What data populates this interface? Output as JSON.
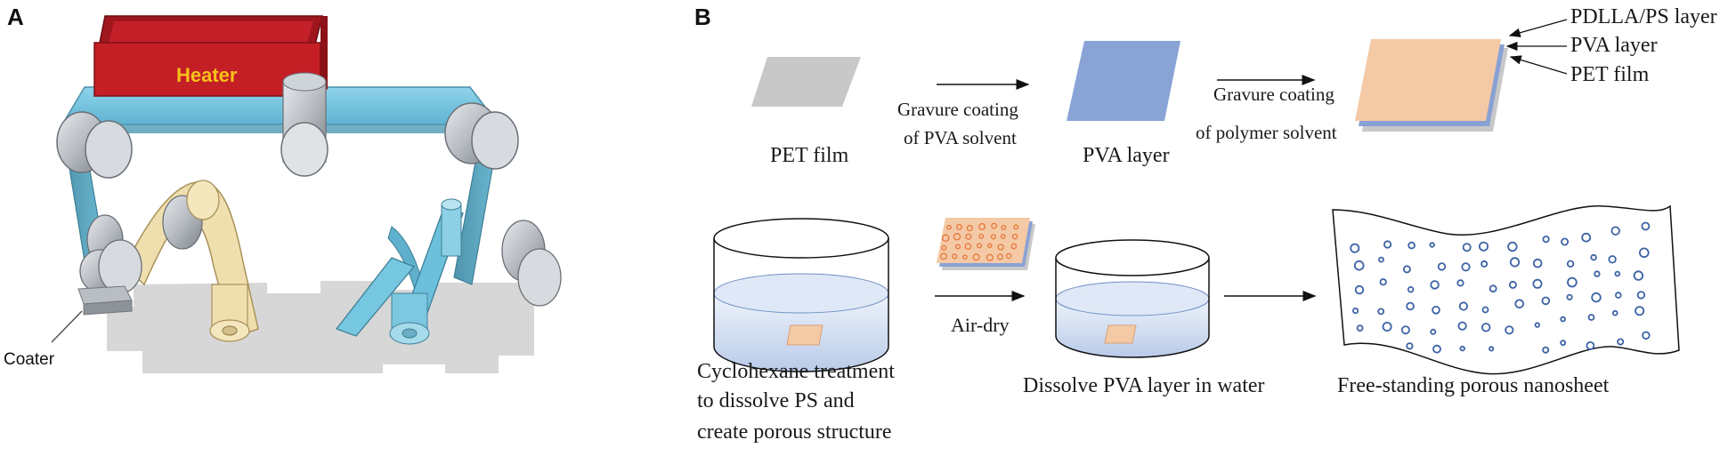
{
  "panel_a": {
    "letter": "A",
    "heater_label": "Heater",
    "coater_label": "Coater"
  },
  "panel_b": {
    "letter": "B",
    "step1": {
      "pet_film_label": "PET film",
      "arrow1_line1": "Gravure coating",
      "arrow1_line2": "of PVA solvent",
      "pva_layer_label": "PVA layer",
      "arrow2_line1": "Gravure coating",
      "arrow2_line2": "of polymer solvent"
    },
    "stack_labels": {
      "top": "PDLLA/PS layer",
      "middle": "PVA layer",
      "bottom": "PET film"
    },
    "step2": {
      "cyclohexane_line1": "Cyclohexane treatment",
      "cyclohexane_line2": "to dissolve PS and",
      "cyclohexane_line3": "create porous structure",
      "air_dry": "Air-dry",
      "dissolve_label": "Dissolve PVA layer in water",
      "freestanding_label": "Free-standing porous nanosheet"
    }
  }
}
